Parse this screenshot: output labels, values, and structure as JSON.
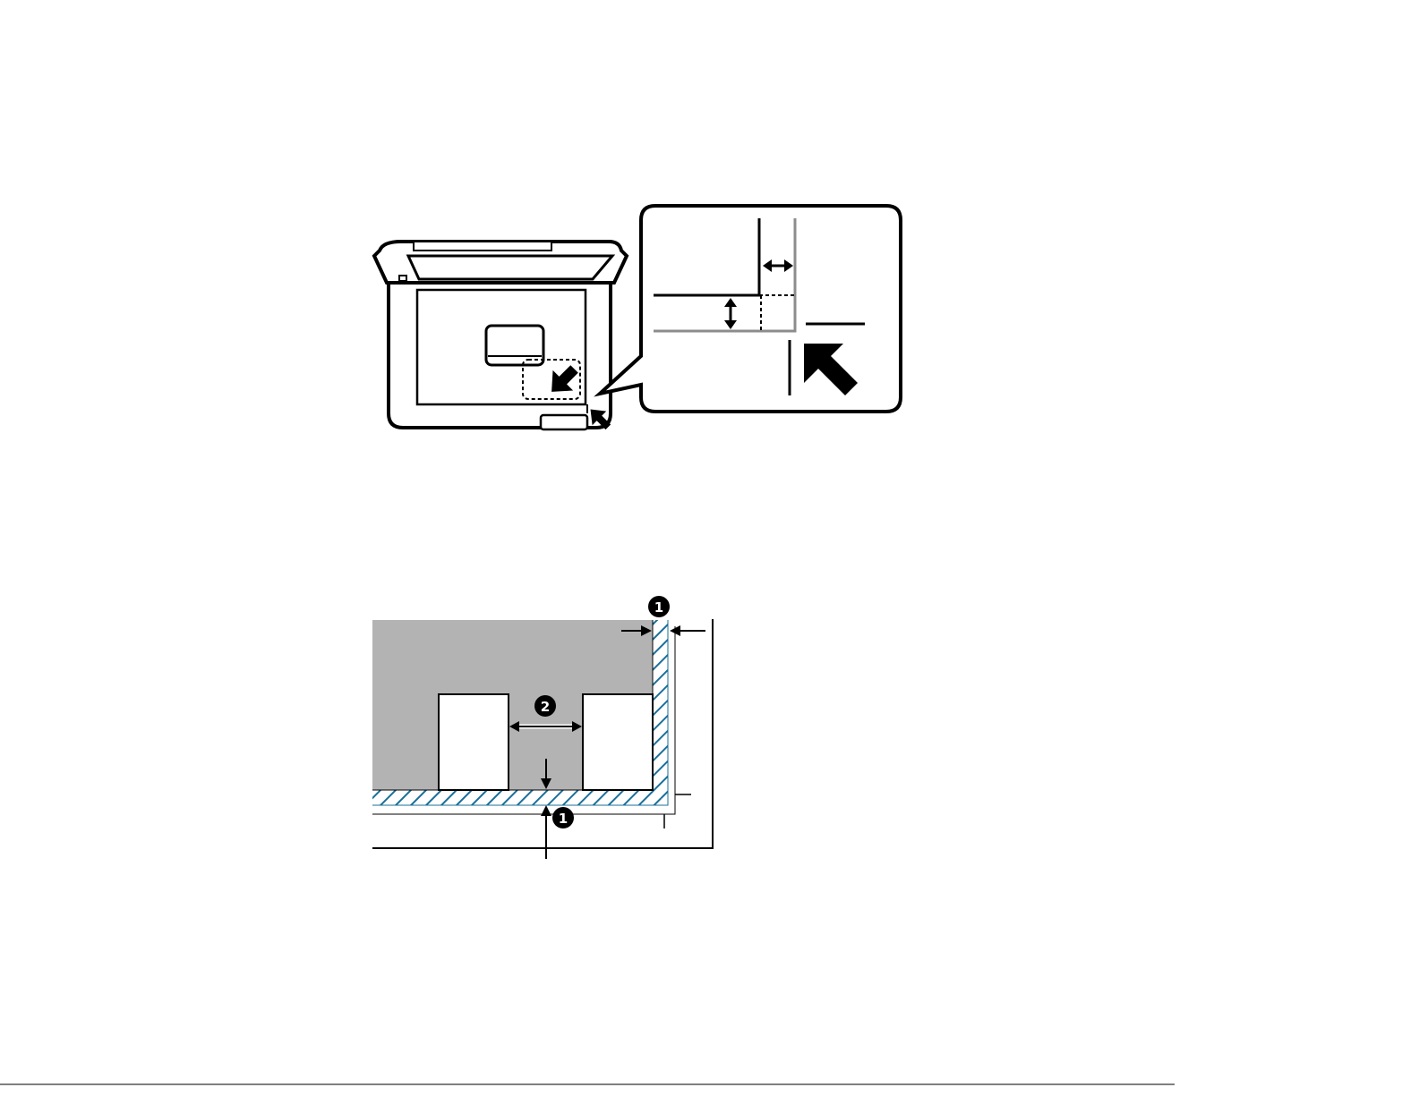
{
  "figure_top": {
    "description_name": "scanner-glass-placement"
  },
  "figure_bottom": {
    "callouts": [
      {
        "label": "1"
      },
      {
        "label": "2"
      },
      {
        "label": "1"
      }
    ]
  },
  "colors": {
    "ink": "#000000",
    "glass_gray": "#b3b3b3",
    "rule_gray": "#8c8c8c",
    "hatch_blue": "#1a6f9a"
  }
}
